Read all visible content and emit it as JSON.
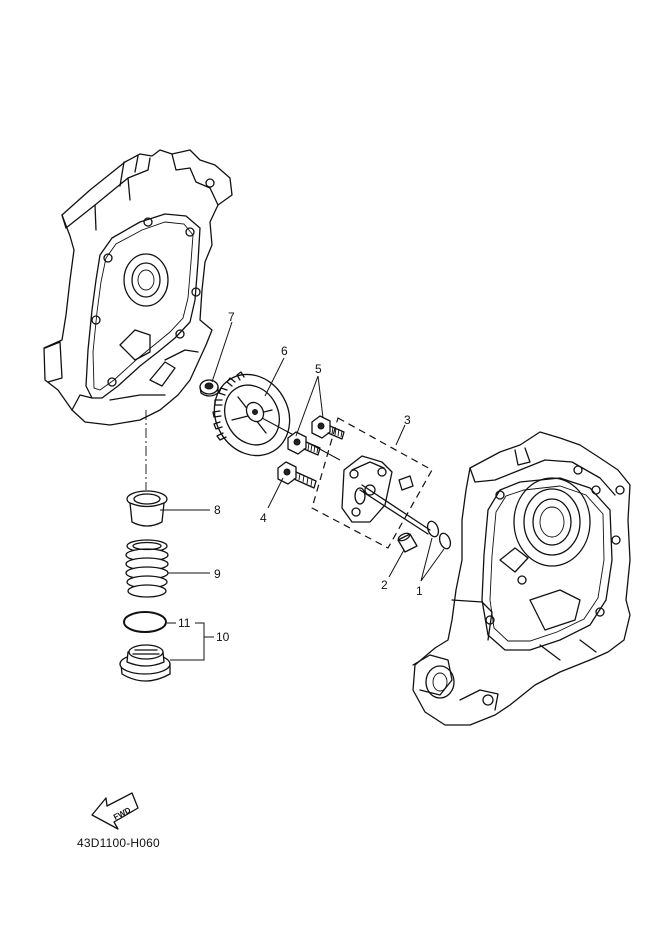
{
  "diagram": {
    "reference_code": "43D1100-H060",
    "fwd_label": "FWD",
    "callouts": [
      {
        "id": "c1",
        "label": "1"
      },
      {
        "id": "c2",
        "label": "2"
      },
      {
        "id": "c3",
        "label": "3"
      },
      {
        "id": "c4",
        "label": "4"
      },
      {
        "id": "c5",
        "label": "5"
      },
      {
        "id": "c6",
        "label": "6"
      },
      {
        "id": "c7",
        "label": "7"
      },
      {
        "id": "c8",
        "label": "8"
      },
      {
        "id": "c9",
        "label": "9"
      },
      {
        "id": "c10",
        "label": "10"
      },
      {
        "id": "c11",
        "label": "11"
      }
    ]
  }
}
